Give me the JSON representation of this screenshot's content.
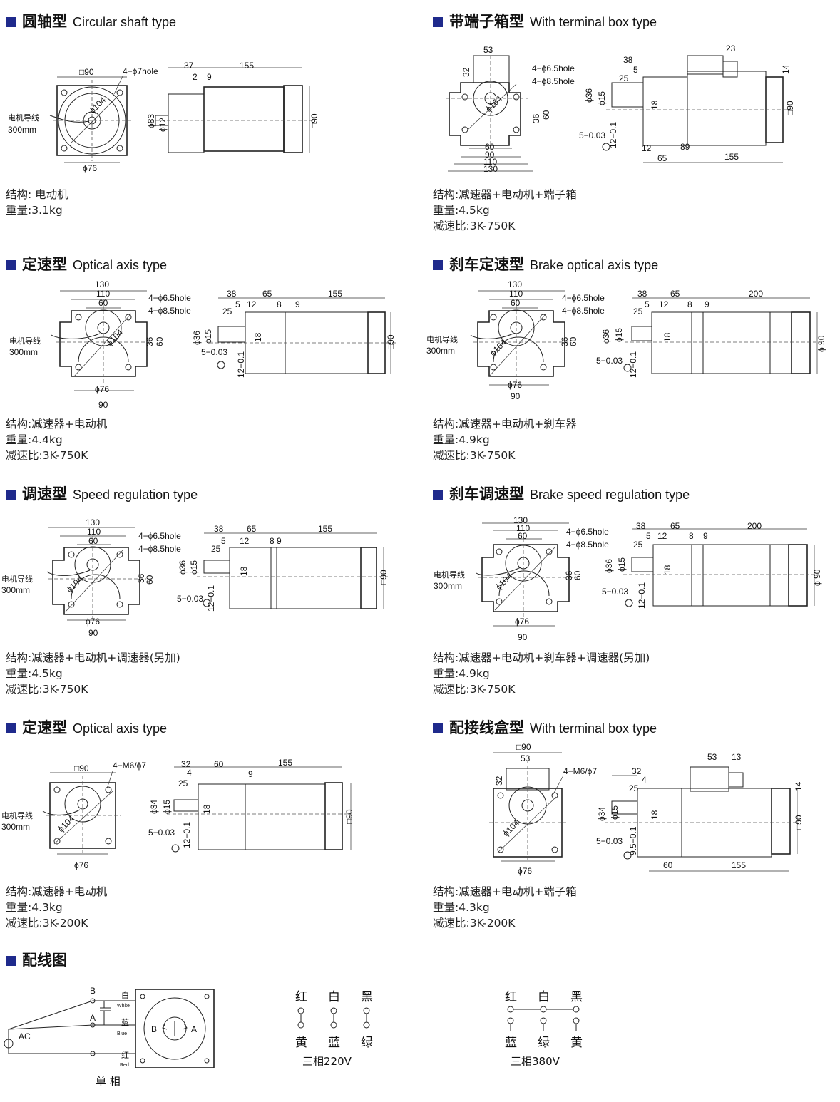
{
  "sections": [
    {
      "title_cn": "圆轴型",
      "title_en": "Circular shaft type",
      "info": [
        "结构: 电动机",
        "重量:3.1kg"
      ],
      "dims": {
        "sq": "□90",
        "hole": "4−ϕ7hole",
        "d104": "ϕ104",
        "d76": "ϕ76",
        "d83": "ϕ83",
        "d12": "ϕ12",
        "lead": "电机导线",
        "leadlen": "300mm",
        "len37": "37",
        "len155": "155",
        "len2": "2",
        "len9": "9",
        "side": "□90"
      }
    },
    {
      "title_cn": "带端子箱型",
      "title_en": "With terminal box type",
      "info": [
        "结构:减速器+电动机+端子箱",
        "重量:4.5kg",
        "减速比:3K-750K"
      ],
      "dims": {
        "w53": "53",
        "h32": "32",
        "h1": "4−ϕ6.5hole",
        "h2": "4−ϕ8.5hole",
        "d104": "ϕ104",
        "w36": "36",
        "w60": "60",
        "b60": "60",
        "b90": "90",
        "b110": "110",
        "b130": "130",
        "l38": "38",
        "l5": "5",
        "l25": "25",
        "t23": "23",
        "t14": "14",
        "d36": "ϕ36",
        "d15": "ϕ15",
        "k18": "18",
        "k5": "5−0.03",
        "k12": "12−0.1",
        "l12": "12",
        "l89": "89",
        "l65": "65",
        "l155": "155",
        "side": "□90"
      }
    },
    {
      "title_cn": "定速型",
      "title_en": "Optical axis type",
      "info": [
        "结构:减速器+电动机",
        "重量:4.4kg",
        "减速比:3K-750K"
      ],
      "dims": {
        "w130": "130",
        "w110": "110",
        "w60": "60",
        "h1": "4−ϕ6.5hole",
        "h2": "4−ϕ8.5hole",
        "d104": "ϕ104",
        "w36": "36",
        "w60b": "60",
        "d76": "ϕ76",
        "b90": "90",
        "lead": "电机导线",
        "leadlen": "300mm",
        "l38": "38",
        "l65": "65",
        "l155": "155",
        "l5": "5",
        "l12": "12",
        "l8": "8",
        "l9": "9",
        "l25": "25",
        "d36": "ϕ36",
        "d15": "ϕ15",
        "k18": "18",
        "k5": "5−0.03",
        "k12": "12−0.1",
        "side": "□90"
      }
    },
    {
      "title_cn": "刹车定速型",
      "title_en": "Brake optical axis type",
      "info": [
        "结构:减速器+电动机+刹车器",
        "重量:4.9kg",
        "减速比:3K-750K"
      ],
      "dims": {
        "w130": "130",
        "w110": "110",
        "w60": "60",
        "h1": "4−ϕ6.5hole",
        "h2": "4−ϕ8.5hole",
        "d104": "ϕ104",
        "w36": "36",
        "w60b": "60",
        "d76": "ϕ76",
        "b90": "90",
        "lead": "电机导线",
        "leadlen": "300mm",
        "l38": "38",
        "l65": "65",
        "l155": "200",
        "l5": "5",
        "l12": "12",
        "l8": "8",
        "l9": "9",
        "l25": "25",
        "d36": "ϕ36",
        "d15": "ϕ15",
        "k18": "18",
        "k5": "5−0.03",
        "k12": "12−0.1",
        "side": "ϕ 90"
      }
    },
    {
      "title_cn": "调速型",
      "title_en": "Speed regulation type",
      "info": [
        "结构:减速器+电动机+调速器(另加)",
        "重量:4.5kg",
        "减速比:3K-750K"
      ],
      "dims": {
        "w130": "130",
        "w110": "110",
        "w60": "60",
        "h1": "4−ϕ6.5hole",
        "h2": "4−ϕ8.5hole",
        "d104": "ϕ104",
        "w36": "36",
        "w60b": "60",
        "d76": "ϕ76",
        "b90": "90",
        "lead": "电机导线",
        "leadlen": "300mm",
        "l38": "38",
        "l65": "65",
        "l155": "155",
        "l5": "5",
        "l12": "12",
        "l8": "8",
        "l9": "9",
        "l25": "25",
        "d36": "ϕ36",
        "d15": "ϕ15",
        "k18": "18",
        "k5": "5−0.03",
        "k12": "12−0.1",
        "side": "□90"
      }
    },
    {
      "title_cn": "刹车调速型",
      "title_en": "Brake speed regulation type",
      "info": [
        "结构:减速器+电动机+刹车器+调速器(另加)",
        "重量:4.9kg",
        "减速比:3K-750K"
      ],
      "dims": {
        "w130": "130",
        "w110": "110",
        "w60": "60",
        "h1": "4−ϕ6.5hole",
        "h2": "4−ϕ8.5hole",
        "d104": "ϕ104",
        "w36": "36",
        "w60b": "60",
        "d76": "ϕ76",
        "b90": "90",
        "lead": "电机导线",
        "leadlen": "300mm",
        "l38": "38",
        "l65": "65",
        "l155": "200",
        "l5": "5",
        "l12": "12",
        "l8": "8",
        "l9": "9",
        "l25": "25",
        "d36": "ϕ36",
        "d15": "ϕ15",
        "k18": "18",
        "k5": "5−0.03",
        "k12": "12−0.1",
        "side": "ϕ 90"
      }
    },
    {
      "title_cn": "定速型",
      "title_en": "Optical axis type",
      "info": [
        "结构:减速器+电动机",
        "重量:4.3kg",
        "减速比:3K-200K"
      ],
      "dims": {
        "sq": "□90",
        "hole": "4−M6/ϕ7",
        "d104": "ϕ104",
        "d76": "ϕ76",
        "lead": "电机导线",
        "leadlen": "300mm",
        "l32": "32",
        "l4": "4",
        "l25": "25",
        "l60": "60",
        "l9": "9",
        "l155": "155",
        "d34": "ϕ34",
        "d15": "ϕ15",
        "k18": "18",
        "k5": "5−0.03",
        "k12": "12−0.1",
        "side": "□90"
      }
    },
    {
      "title_cn": "配接线盒型",
      "title_en": "With terminal box type",
      "info": [
        "结构:减速器+电动机+端子箱",
        "重量:4.3kg",
        "减速比:3K-200K"
      ],
      "dims": {
        "sq": "□90",
        "w53": "53",
        "h32": "32",
        "hole": "4−M6/ϕ7",
        "d104": "ϕ104",
        "d76": "ϕ76",
        "t53": "53",
        "t13": "13",
        "t14": "14",
        "l32": "32",
        "l4": "4",
        "l25": "25",
        "d34": "ϕ34",
        "d15": "ϕ15",
        "k18": "18",
        "k5": "5−0.03",
        "k9": "9.5−0.1",
        "l60": "60",
        "l155": "155",
        "side": "□90"
      }
    }
  ],
  "wiring": {
    "title": "配线图",
    "single": {
      "b": "B",
      "a": "A",
      "ac": "AC",
      "white_cn": "白",
      "white_en": "White",
      "blue_cn": "蓝",
      "blue_en": "Blue",
      "red_cn": "红",
      "red_en": "Red",
      "rot_b": "B",
      "rot_a": "A",
      "caption": "单 相"
    },
    "three220": {
      "top": [
        "红",
        "白",
        "黑"
      ],
      "bottom": [
        "黄",
        "蓝",
        "绿"
      ],
      "caption": "三相220V"
    },
    "three380": {
      "top": [
        "红",
        "白",
        "黑"
      ],
      "bottom": [
        "蓝",
        "绿",
        "黄"
      ],
      "caption": "三相380V"
    }
  }
}
